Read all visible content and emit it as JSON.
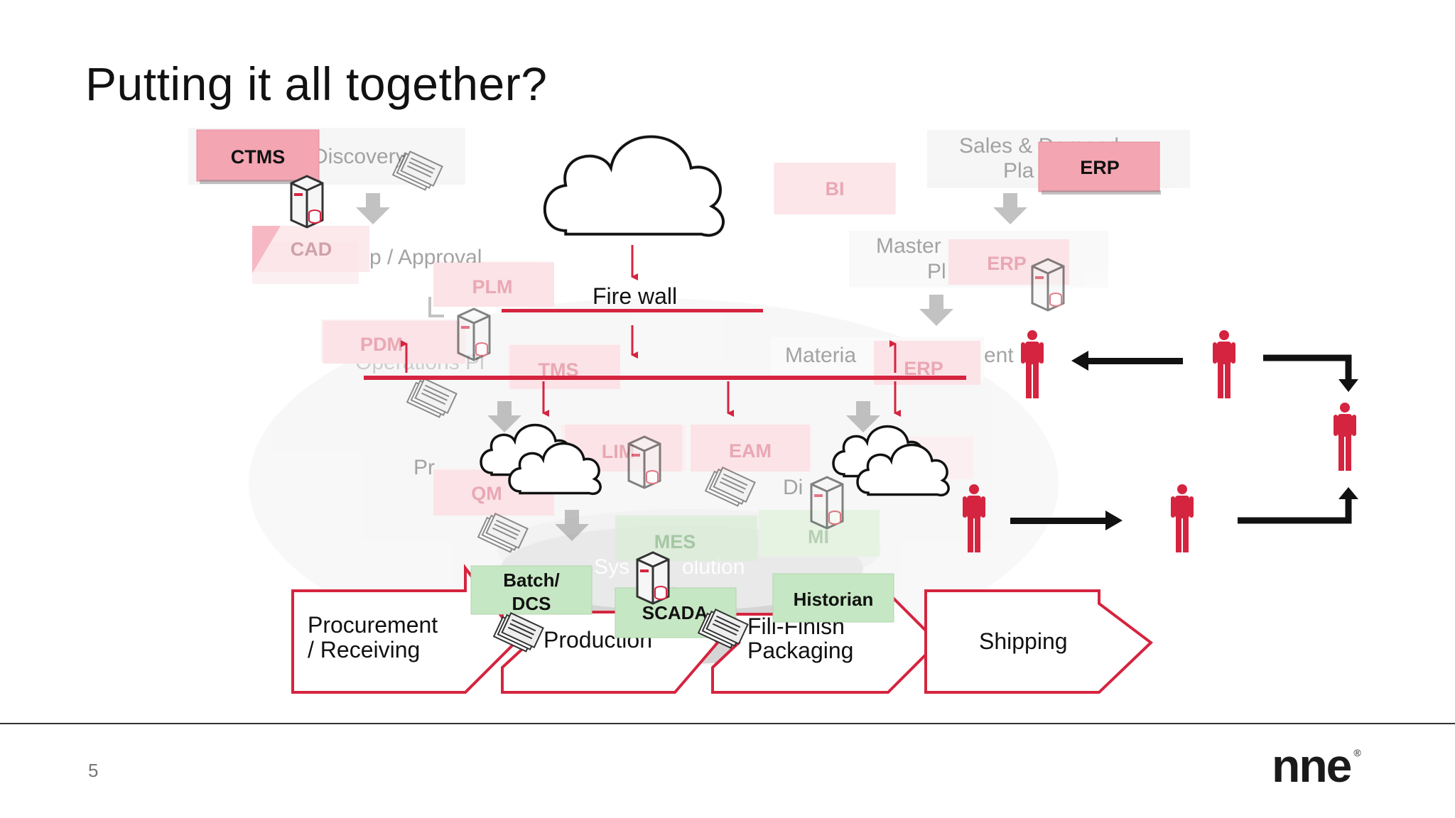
{
  "slide": {
    "title": "Putting it all together?",
    "page_number": "5",
    "logo_text": "nne",
    "logo_mark": "®"
  },
  "colors": {
    "accent_red": "#d5243f",
    "pink_box": "#f4a5b2",
    "faded_pink": "#fbe3e7",
    "green_box": "#c6e7c3",
    "faded_green": "#e6f3e3",
    "arrow_gray": "#999999",
    "dark": "#111111"
  },
  "labels": {
    "ctms": "CTMS",
    "erp_top": "ERP",
    "cad": "CAD",
    "plm": "PLM",
    "pdm": "PDM",
    "tms": "TMS",
    "lims": "LIM",
    "eam": "EAM",
    "qm": "QM",
    "mes": "MES",
    "mi": "MI",
    "bi": "BI",
    "erp_mid": "ERP",
    "erp_low": "ERP",
    "firewall": "Fire wall",
    "batch_dcs_1": "Batch/",
    "batch_dcs_2": "DCS",
    "scada": "SCADA",
    "historian": "Historian",
    "discovery": "Discovery",
    "approval": "p / Approval",
    "sales_1": "Sales & Demand",
    "sales_2": "Pla",
    "master_1": "Master",
    "master_2": "Pl",
    "material_1": "Materia",
    "ent": "ent",
    "ops": "Operations Pl",
    "proc": "Pr",
    "dist": "Di",
    "mfg_sys": "Sys",
    "solution": "olution"
  },
  "process": {
    "procurement_1": "Procurement",
    "procurement_2": "/ Receiving",
    "production": "Production",
    "fillfinish_1": "Fill-Finish",
    "fillfinish_2": "Packaging",
    "shipping": "Shipping"
  },
  "icons": [
    "cloud-icon",
    "server-icon",
    "document-stack-icon",
    "person-icon",
    "arrow-down-icon"
  ]
}
